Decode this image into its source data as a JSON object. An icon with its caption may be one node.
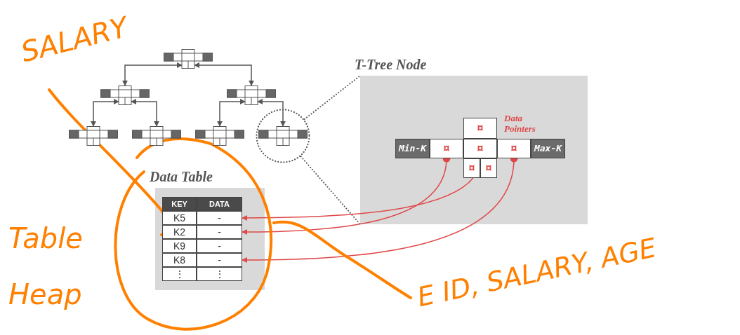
{
  "diagram": {
    "nodes": [
      {
        "text": [],
        "shape": "box"
      },
      {
        "text": [],
        "shape": "box"
      },
      {
        "text": [],
        "shape": "box"
      },
      {
        "text": [],
        "shape": "box"
      },
      {
        "text": [],
        "shape": "box"
      },
      {
        "text": [],
        "shape": "box"
      },
      {
        "text": [],
        "shape": "circle"
      },
      {
        "text": [],
        "shape": "box",
        "in": 6
      },
      {
        "text": [
          "T-Tree Node"
        ]
      },
      {
        "text": [
          "¤"
        ],
        "in": 8
      },
      {
        "text": [
          "Min-K"
        ],
        "in": 8
      },
      {
        "text": [
          "¤"
        ],
        "in": 8
      },
      {
        "text": [
          "¤"
        ],
        "in": 8
      },
      {
        "text": [
          "¤"
        ],
        "in": 8
      },
      {
        "text": [
          "Max-K"
        ],
        "in": 8
      },
      {
        "text": [
          "¤"
        ],
        "in": 8
      },
      {
        "text": [
          "¤"
        ],
        "in": 8
      },
      {
        "text": [
          "Data Table"
        ]
      },
      {
        "text": [
          "KEY"
        ],
        "in": 17
      },
      {
        "text": [
          "DATA"
        ],
        "in": 17
      },
      {
        "text": [
          "K5"
        ],
        "in": 17
      },
      {
        "text": [
          "-"
        ],
        "in": 17
      },
      {
        "text": [
          "K2"
        ],
        "in": 17
      },
      {
        "text": [
          "-"
        ],
        "in": 17
      },
      {
        "text": [
          "K9"
        ],
        "in": 17
      },
      {
        "text": [
          "-"
        ],
        "in": 17
      },
      {
        "text": [
          "K8"
        ],
        "in": 17
      },
      {
        "text": [
          "-"
        ],
        "in": 17
      },
      {
        "text": [
          "⋮"
        ],
        "in": 17
      },
      {
        "text": [
          "⋮"
        ],
        "in": 17
      }
    ],
    "edges": [
      {
        "from": 0,
        "to": 1,
        "arrow": "both"
      },
      {
        "from": 0,
        "to": 2,
        "arrow": "both"
      },
      {
        "from": 1,
        "to": 3,
        "arrow": "both"
      },
      {
        "from": 1,
        "to": 4,
        "arrow": "both"
      },
      {
        "from": 2,
        "to": 5,
        "arrow": "both"
      },
      {
        "from": 2,
        "to": 7,
        "arrow": "both"
      },
      {
        "from": 6,
        "to": 8,
        "arrow": "none",
        "style": "dashed"
      },
      {
        "from": 6,
        "to": 8,
        "arrow": "none",
        "style": "dashed"
      },
      {
        "from": 11,
        "to": 23,
        "arrow": "to",
        "color": "#e04848"
      },
      {
        "from": 12,
        "to": 21,
        "arrow": "to",
        "color": "#e04848"
      },
      {
        "from": 13,
        "to": 27,
        "arrow": "to",
        "color": "#e04848"
      }
    ],
    "labels": [
      "Data Pointers",
      "SALARY",
      "Table Heap",
      "E ID, SALARY, AGE"
    ]
  }
}
